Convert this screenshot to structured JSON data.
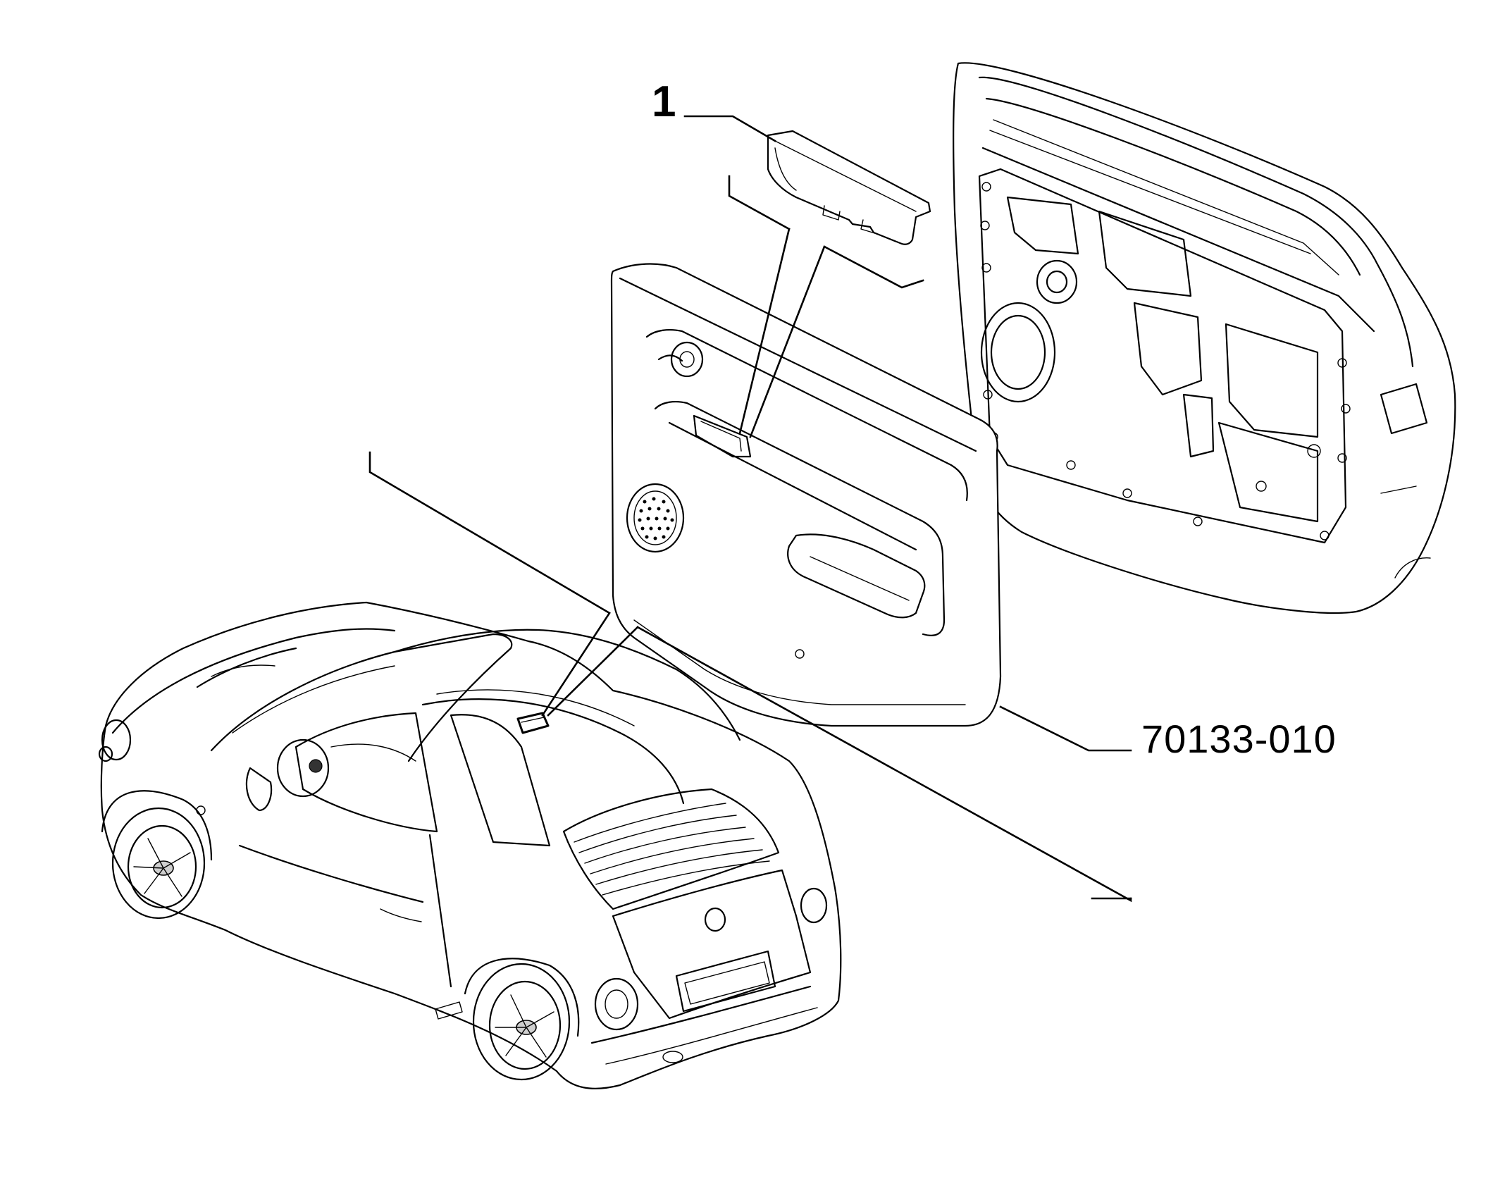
{
  "callouts": [
    {
      "id": "part-1",
      "text": "1"
    },
    {
      "id": "part-group",
      "text": "70133-010"
    }
  ],
  "components": {
    "vehicle": "car-overview",
    "door_panel": "door-trim-panel",
    "door_frame": "door-inner-frame",
    "part": "door-pocket-insert"
  },
  "colors": {
    "line": "#000000",
    "background": "#ffffff"
  }
}
